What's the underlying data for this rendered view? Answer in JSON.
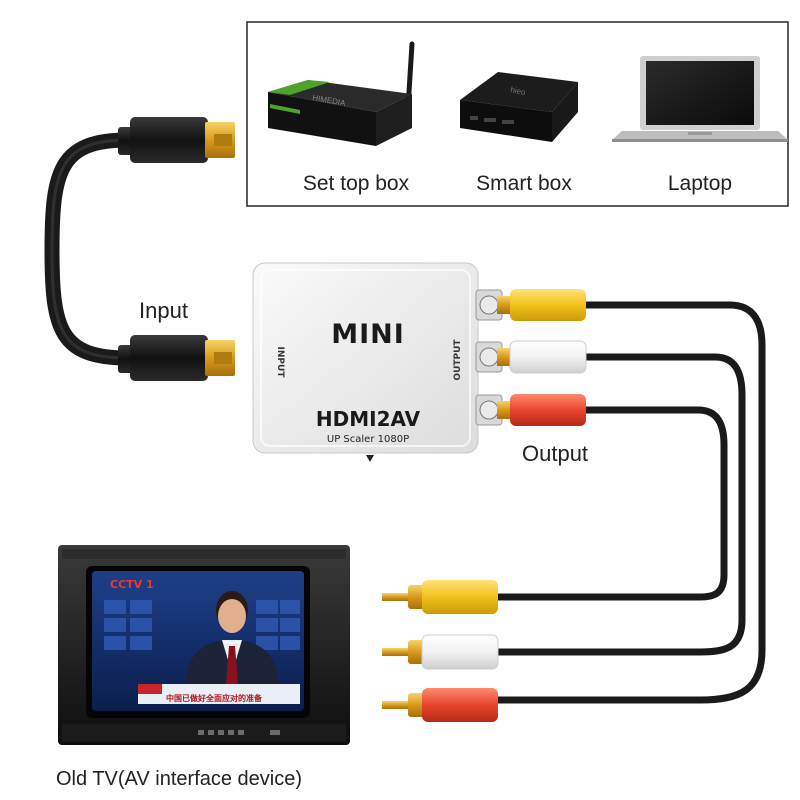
{
  "sources": {
    "set_top_box": "Set top box",
    "smart_box": "Smart box",
    "laptop": "Laptop"
  },
  "device": {
    "brand": "MINI",
    "model": "HDMI2AV",
    "subtitle": "UP Scaler 1080P",
    "input_port": "INPUT",
    "output_port": "OUTPUT"
  },
  "labels": {
    "input": "Input",
    "output": "Output",
    "tv": "Old TV(AV interface device)"
  },
  "tv_screen": {
    "channel_logo": "CCTV 1",
    "caption": "中国已做好全面应对的准备"
  },
  "colors": {
    "rca_yellow": "#f2c21a",
    "rca_white": "#f4f4f4",
    "rca_red": "#e8452e",
    "connector_gold": "#e0a820",
    "cable": "#1a1a1a",
    "device_body": "#eeeeee"
  }
}
